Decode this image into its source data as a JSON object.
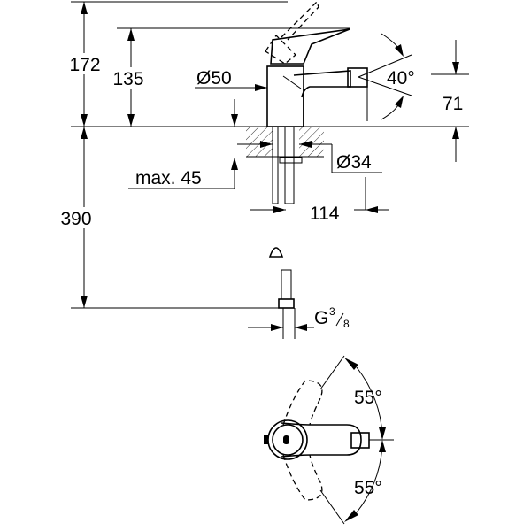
{
  "drawing": {
    "side_view": {
      "total_height": "172",
      "spout_height": "135",
      "base_diameter": "Ø50",
      "spout_angle": "40°",
      "outlet_height": "71",
      "hole_diameter": "Ø34",
      "max_counter_thickness": "max. 45",
      "spout_reach": "114",
      "hose_length": "390",
      "connection_thread_letter": "G",
      "connection_thread_num": "3",
      "connection_thread_den": "8"
    },
    "top_view": {
      "lever_angle_up": "55°",
      "lever_angle_down": "55°"
    }
  }
}
